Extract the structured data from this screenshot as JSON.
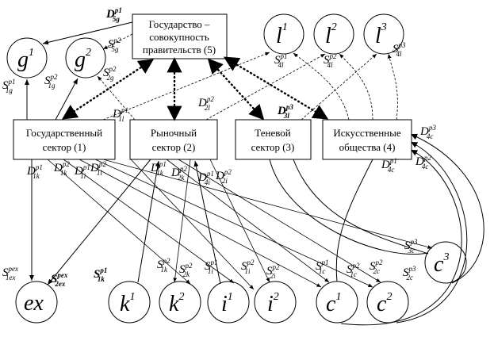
{
  "boxes": {
    "state": [
      "Государство –",
      "совокупность",
      "правительств (5)"
    ],
    "gov_sector": [
      "Государственный",
      "сектор (1)"
    ],
    "market_sector": [
      "Рыночный",
      "сектор (2)"
    ],
    "shadow_sector": [
      "Теневой",
      "сектор (3)"
    ],
    "artificial": [
      "Искусственные",
      "общества (4)"
    ]
  },
  "circles": {
    "g1": {
      "base": "g",
      "sup": "1"
    },
    "g2": {
      "base": "g",
      "sup": "2"
    },
    "l1": {
      "base": "l",
      "sup": "1"
    },
    "l2": {
      "base": "l",
      "sup": "2"
    },
    "l3": {
      "base": "l",
      "sup": "3"
    },
    "ex": {
      "base": "ex",
      "sup": ""
    },
    "k1": {
      "base": "k",
      "sup": "1"
    },
    "k2": {
      "base": "k",
      "sup": "2"
    },
    "i1": {
      "base": "i",
      "sup": "1"
    },
    "i2": {
      "base": "i",
      "sup": "2"
    },
    "c1": {
      "base": "c",
      "sup": "1"
    },
    "c2": {
      "base": "c",
      "sup": "2"
    },
    "c3": {
      "base": "c",
      "sup": "3"
    }
  },
  "flow_labels": {
    "D_5g_p1": {
      "b": "D",
      "sub": "5g",
      "sup": "p1",
      "bold": true
    },
    "S_5g_p2": {
      "b": "S",
      "sub": "5g",
      "sup": "p2"
    },
    "S_1g_p1": {
      "b": "S",
      "sub": "1g",
      "sup": "p1"
    },
    "S_1g_p2": {
      "b": "S",
      "sub": "1g",
      "sup": "p2"
    },
    "S_2g_p2": {
      "b": "S",
      "sub": "2g",
      "sup": "p2"
    },
    "D_1l_p1": {
      "b": "D",
      "sub": "1l",
      "sup": "p1"
    },
    "D_2l_p2": {
      "b": "D",
      "sub": "2l",
      "sup": "p2"
    },
    "D_3l_p3": {
      "b": "D",
      "sub": "3l",
      "sup": "p3",
      "bold": true
    },
    "S_4l_p1": {
      "b": "S",
      "sub": "4l",
      "sup": "p1"
    },
    "S_4l_p2": {
      "b": "S",
      "sub": "4l",
      "sup": "p2"
    },
    "S_4l_p3": {
      "b": "S",
      "sub": "4l",
      "sup": "p3"
    },
    "D_4c_p3": {
      "b": "D",
      "sub": "4c",
      "sup": "p3"
    },
    "D_4c_p2": {
      "b": "D",
      "sub": "4c",
      "sup": "p2"
    },
    "D_4c_p1": {
      "b": "D",
      "sub": "4c",
      "sup": "p1"
    },
    "D_1k_p1": {
      "b": "D",
      "sub": "1k",
      "sup": "p1"
    },
    "D_1k_p2": {
      "b": "D",
      "sub": "1k",
      "sup": "p2"
    },
    "D_1i_p1": {
      "b": "D",
      "sub": "1i",
      "sup": "p1"
    },
    "D_1i_p2": {
      "b": "D",
      "sub": "1i",
      "sup": "p2"
    },
    "D_2k_p1": {
      "b": "D",
      "sub": "1k",
      "sup": "p1"
    },
    "D_2k_p2": {
      "b": "D",
      "sub": "2k",
      "sup": "p2"
    },
    "D_4i_p1": {
      "b": "D",
      "sub": "4i",
      "sup": "p1"
    },
    "D_2i_p2": {
      "b": "D",
      "sub": "2i",
      "sup": "p2"
    },
    "S_1ex_pex": {
      "b": "S",
      "sub": "1ex",
      "sup": "pex"
    },
    "S_2ex_pex": {
      "b": "S",
      "sub": "2ex",
      "sup": "pex",
      "bold": true
    },
    "S_1k_p1_bold": {
      "b": "S",
      "sub": "1k",
      "sup": "p1",
      "bold": true
    },
    "S_1k_p2": {
      "b": "S",
      "sub": "1k",
      "sup": "p2"
    },
    "S_2k_p2": {
      "b": "S",
      "sub": "2k",
      "sup": "p2"
    },
    "S_1i_p1": {
      "b": "S",
      "sub": "1i",
      "sup": "p1"
    },
    "S_1i_p2": {
      "b": "S",
      "sub": "1i",
      "sup": "p2"
    },
    "S_2i_p2": {
      "b": "S",
      "sub": "2i",
      "sup": "p2"
    },
    "S_1c_p1": {
      "b": "S",
      "sub": "1c",
      "sup": "p1"
    },
    "S_1c_p2": {
      "b": "S",
      "sub": "1c",
      "sup": "p2"
    },
    "S_2c_p2": {
      "b": "S",
      "sub": "2c",
      "sup": "p2"
    },
    "S_3c_p3": {
      "b": "S",
      "sub": "3c",
      "sup": "p3"
    },
    "S_2c_p3": {
      "b": "S",
      "sub": "2c",
      "sup": "p3"
    }
  }
}
